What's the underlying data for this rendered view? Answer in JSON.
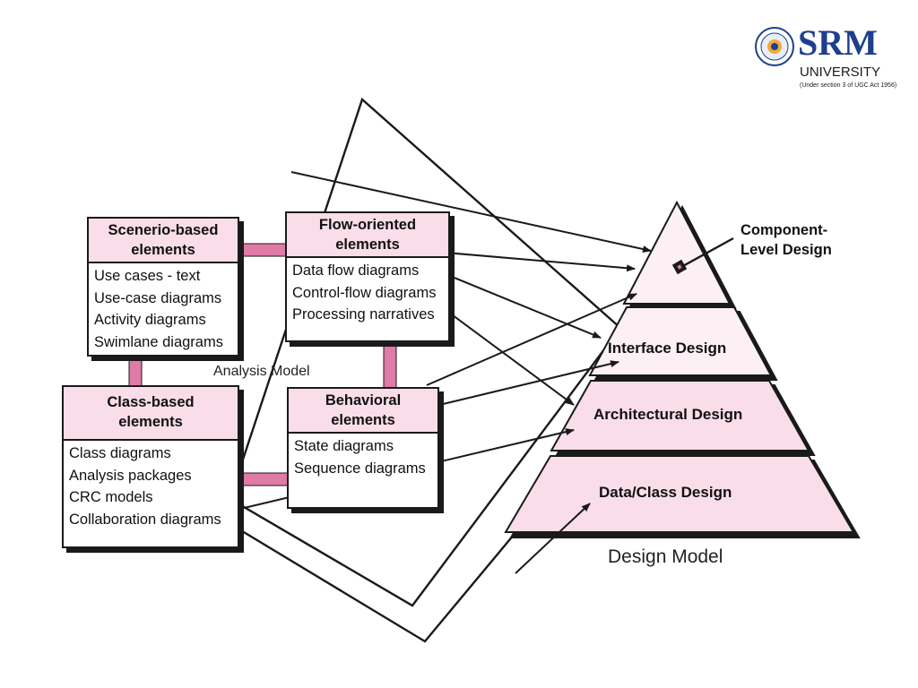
{
  "logo": {
    "name": "SRM",
    "sub": "UNIVERSITY",
    "note": "(Under section 3 of UGC Act 1956)"
  },
  "analysis_model": {
    "label": "Analysis Model",
    "boxes": [
      {
        "title_lines": [
          "Scenerio-based",
          "elements"
        ],
        "items": [
          "Use cases - text",
          "Use-case diagrams",
          "Activity diagrams",
          "Swimlane diagrams"
        ]
      },
      {
        "title_lines": [
          "Flow-oriented",
          "elements"
        ],
        "items": [
          "Data flow diagrams",
          "Control-flow diagrams",
          "Processing narratives"
        ]
      },
      {
        "title_lines": [
          "Class-based",
          "elements"
        ],
        "items": [
          "Class diagrams",
          "Analysis packages",
          "CRC models",
          "Collaboration diagrams"
        ]
      },
      {
        "title_lines": [
          "Behavioral",
          "elements"
        ],
        "items": [
          "State diagrams",
          "Sequence diagrams"
        ]
      }
    ]
  },
  "design_model": {
    "label": "Design Model",
    "callout_lines": [
      "Component-",
      "Level Design"
    ],
    "tiers": [
      "Interface Design",
      "Architectural Design",
      "Data/Class Design"
    ]
  },
  "colors": {
    "pink_fill": "#f9dde8",
    "ring_pink": "#e07aa6",
    "outline": "#1a1a1a",
    "logo_blue": "#1d3f8c"
  }
}
